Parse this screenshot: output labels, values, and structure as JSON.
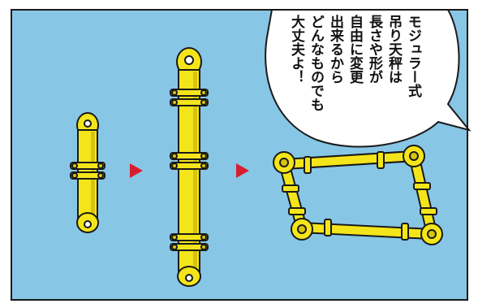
{
  "caption": {
    "lines": [
      "モジュラー式",
      "吊り天秤は",
      "長さや形が",
      "自由に変更",
      "出来るから",
      "どんなものでも",
      "大丈夫よ！"
    ]
  },
  "colors": {
    "background": "#88c6e6",
    "pipe": "#f4e51a",
    "pipe_shade": "#d8c40f",
    "outline": "#1a1a1a",
    "arrow": "#d81e2c",
    "bubble": "#ffffff"
  },
  "icons": {
    "arrow_1": "triangle-right-icon",
    "arrow_2": "triangle-right-icon"
  }
}
